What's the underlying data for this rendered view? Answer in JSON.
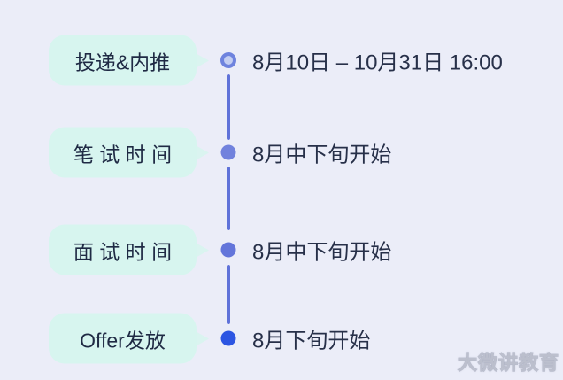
{
  "page": {
    "background_color": "#ebedf8",
    "line_color": "#5f72d9",
    "bubble_color": "#d7f5ef",
    "label_text_color": "#1f2a44",
    "detail_text_color": "#273049"
  },
  "timeline": {
    "rows": [
      {
        "label": "投递&内推",
        "detail": "8月10日 – 10月31日 16:00",
        "dot_style": "ring",
        "dot_ring_color": "#6e83de",
        "dot_fill": "#c3cef2"
      },
      {
        "label": "笔 试 时 间",
        "detail": "8月中下旬开始",
        "dot_style": "filled",
        "dot_fill": "#7182dd",
        "dot_ring_color": "#5f72d9"
      },
      {
        "label": "面 试 时 间",
        "detail": "8月中下旬开始",
        "dot_style": "filled",
        "dot_fill": "#6375da",
        "dot_ring_color": "#5668d4"
      },
      {
        "label": "Offer发放",
        "detail": "8月下旬开始",
        "dot_style": "filled",
        "dot_fill": "#2c55e2",
        "dot_ring_color": "#2b4fd6"
      }
    ]
  },
  "watermark": {
    "text": "大微讲教育"
  }
}
